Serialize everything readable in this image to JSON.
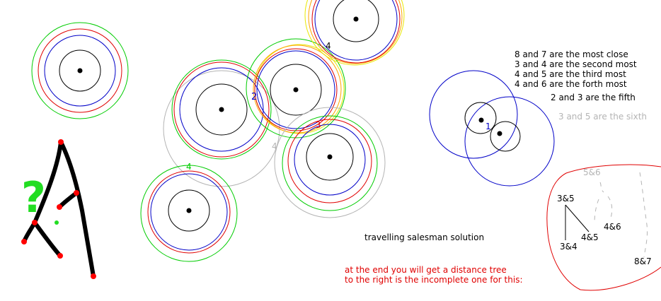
{
  "colors": {
    "black": "#000000",
    "green": "#00cc00",
    "red": "#e00000",
    "blue": "#0000c8",
    "gray": "#b4b4b4",
    "orange": "#ffa500",
    "yellow": "#e8e800",
    "tree_red": "#ff0000",
    "bright_green": "#22dd22"
  },
  "notes": {
    "line1": "8 and 7 are the most close",
    "line2": "3 and 4 are the second most",
    "line3": "4 and 5 are the third most",
    "line4": "4 and 6 are the forth most",
    "line5": "2 and 3 are the fifth",
    "line6": "3 and 5 are the sixth"
  },
  "captions": {
    "solution": "travelling salesman solution",
    "end_line1": "at the end you will get a distance tree",
    "end_line2": "to the right is the incomplete one for this:"
  },
  "circle_labels": {
    "label_4_top": "4",
    "label_2": "2",
    "label_3": "3",
    "label_4_gray": "4",
    "label_4_green": "4",
    "label_1": "1"
  },
  "tree_labels": {
    "n_56": "5&6",
    "n_35": "3&5",
    "n_46": "4&6",
    "n_45": "4&5",
    "n_34": "3&4",
    "n_87": "8&7"
  },
  "question_mark": "?"
}
